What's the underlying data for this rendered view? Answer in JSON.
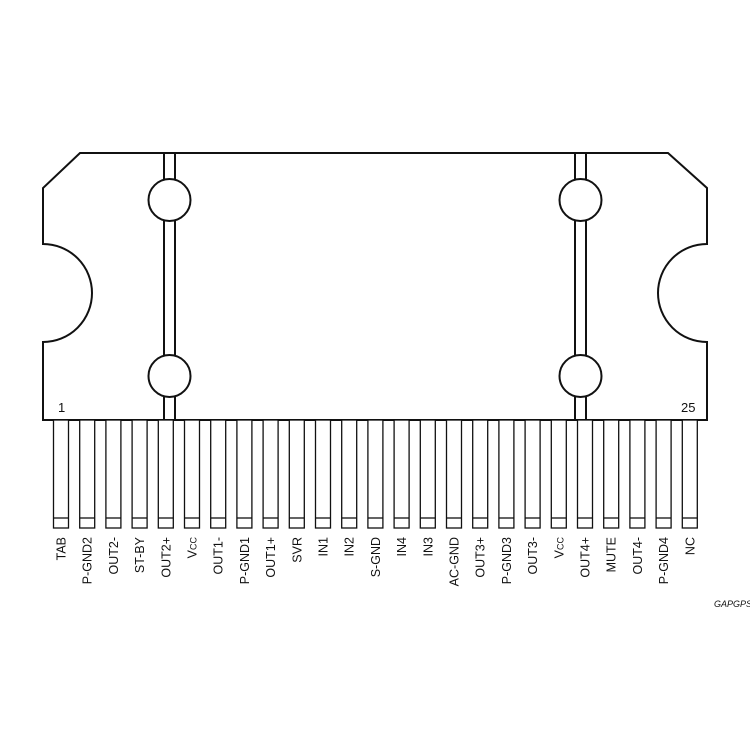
{
  "package": {
    "pin_first_number": "1",
    "pin_last_number": "25",
    "pins": [
      {
        "label": "TAB"
      },
      {
        "label": "P-GND2"
      },
      {
        "label": "OUT2-"
      },
      {
        "label": "ST-BY"
      },
      {
        "label": "OUT2+"
      },
      {
        "label": "V",
        "sub": "CC"
      },
      {
        "label": "OUT1-"
      },
      {
        "label": "P-GND1"
      },
      {
        "label": "OUT1+"
      },
      {
        "label": "SVR"
      },
      {
        "label": "IN1"
      },
      {
        "label": "IN2"
      },
      {
        "label": "S-GND"
      },
      {
        "label": "IN4"
      },
      {
        "label": "IN3"
      },
      {
        "label": "AC-GND"
      },
      {
        "label": "OUT3+"
      },
      {
        "label": "P-GND3"
      },
      {
        "label": "OUT3-"
      },
      {
        "label": "V",
        "sub": "CC"
      },
      {
        "label": "OUT4+"
      },
      {
        "label": "MUTE"
      },
      {
        "label": "OUT4-"
      },
      {
        "label": "P-GND4"
      },
      {
        "label": "NC"
      }
    ]
  },
  "figure_code": "GAPGPS"
}
